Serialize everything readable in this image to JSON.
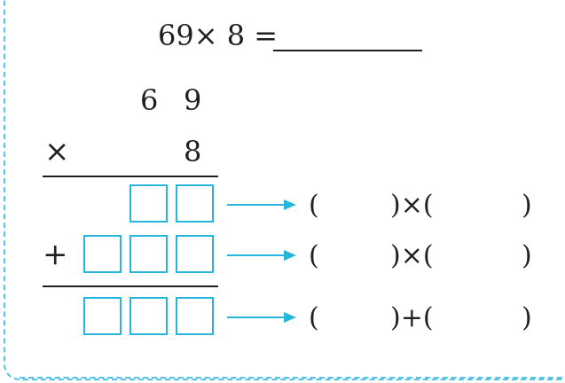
{
  "equation": {
    "text": "69× 8 ="
  },
  "vertical": {
    "top_digits": [
      "6",
      "9"
    ],
    "times_sign": "×",
    "multiplier": "8",
    "plus_sign": "+"
  },
  "rows": [
    {
      "left": "(",
      "op": ")×(",
      "right": ")"
    },
    {
      "left": "(",
      "op": ")×(",
      "right": ")"
    },
    {
      "left": "(",
      "op": ")+(",
      "right": ")"
    }
  ],
  "colors": {
    "accent": "#27b5dc",
    "frame": "#55c3e6",
    "ink": "#1f1f1f"
  }
}
